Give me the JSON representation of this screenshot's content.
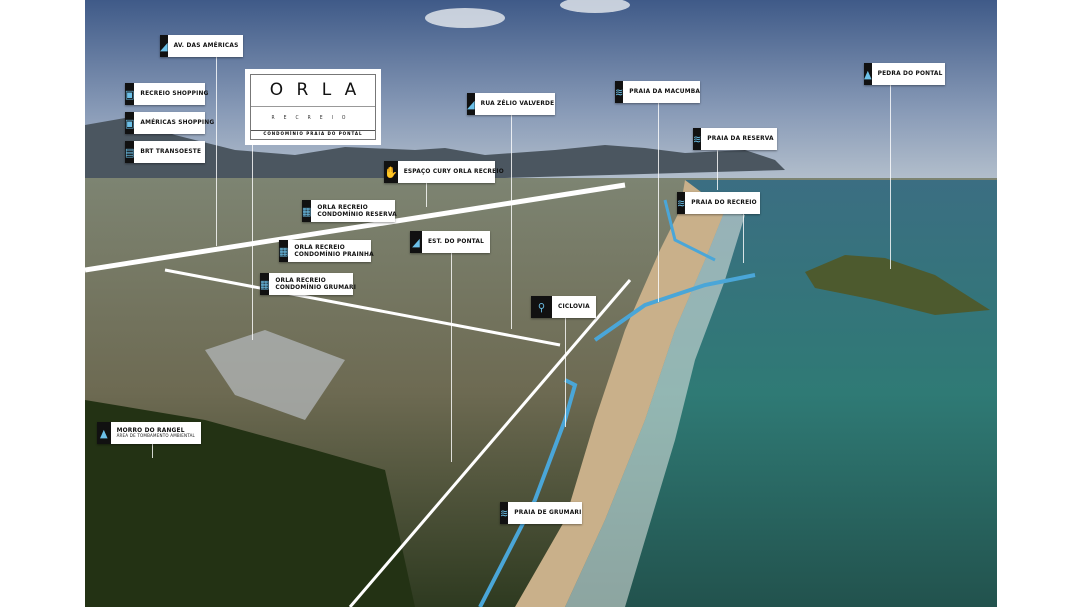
{
  "logo": {
    "title_letters": [
      "O",
      "R",
      "L",
      "A"
    ],
    "subtitle": "RECREIO",
    "tagline": "CONDOMÍNIO PRAIA DO PONTAL"
  },
  "labels": [
    {
      "id": "av-americas",
      "text": "AV. DAS AMÉRICAS",
      "icon": "road-icon"
    },
    {
      "id": "recreio-shopping",
      "text": "RECREIO SHOPPING",
      "icon": "shopping-bag-icon"
    },
    {
      "id": "americas-shopping",
      "text": "AMÉRICAS SHOPPING",
      "icon": "shopping-bag-icon"
    },
    {
      "id": "brt",
      "text": "BRT TRANSOESTE",
      "icon": "bus-icon"
    },
    {
      "id": "espaco-cury",
      "text": "ESPAÇO CURY ORLA RECREIO",
      "icon": "handshake-icon"
    },
    {
      "id": "reserva",
      "text": "ORLA RECREIO",
      "text2": "CONDOMÍNIO RESERVA",
      "icon": "building-icon"
    },
    {
      "id": "est-pontal",
      "text": "EST. DO PONTAL",
      "icon": "road-icon"
    },
    {
      "id": "prainha",
      "text": "ORLA RECREIO",
      "text2": "CONDOMÍNIO PRAINHA",
      "icon": "building-icon"
    },
    {
      "id": "grumari-cond",
      "text": "ORLA RECREIO",
      "text2": "CONDOMÍNIO GRUMARI",
      "icon": "building-icon"
    },
    {
      "id": "zelio",
      "text": "RUA ZÉLIO VALVERDE",
      "icon": "road-icon"
    },
    {
      "id": "macumba",
      "text": "PRAIA DA MACUMBA",
      "icon": "swimmer-icon"
    },
    {
      "id": "praia-reserva",
      "text": "PRAIA DA RESERVA",
      "icon": "swimmer-icon"
    },
    {
      "id": "praia-recreio",
      "text": "PRAIA DO RECREIO",
      "icon": "swimmer-icon"
    },
    {
      "id": "pedra-pontal",
      "text": "PEDRA DO PONTAL",
      "icon": "mountain-icon"
    },
    {
      "id": "ciclovia",
      "text": "CICLOVIA",
      "icon": "bicycle-icon"
    },
    {
      "id": "morro-rangel",
      "text": "MORRO DO RANGEL",
      "text2": "ÁREA DE TOMBAMENTO AMBIENTAL",
      "icon": "mountain-icon"
    },
    {
      "id": "praia-grumari",
      "text": "PRAIA DE GRUMARI",
      "icon": "swimmer-icon"
    }
  ]
}
